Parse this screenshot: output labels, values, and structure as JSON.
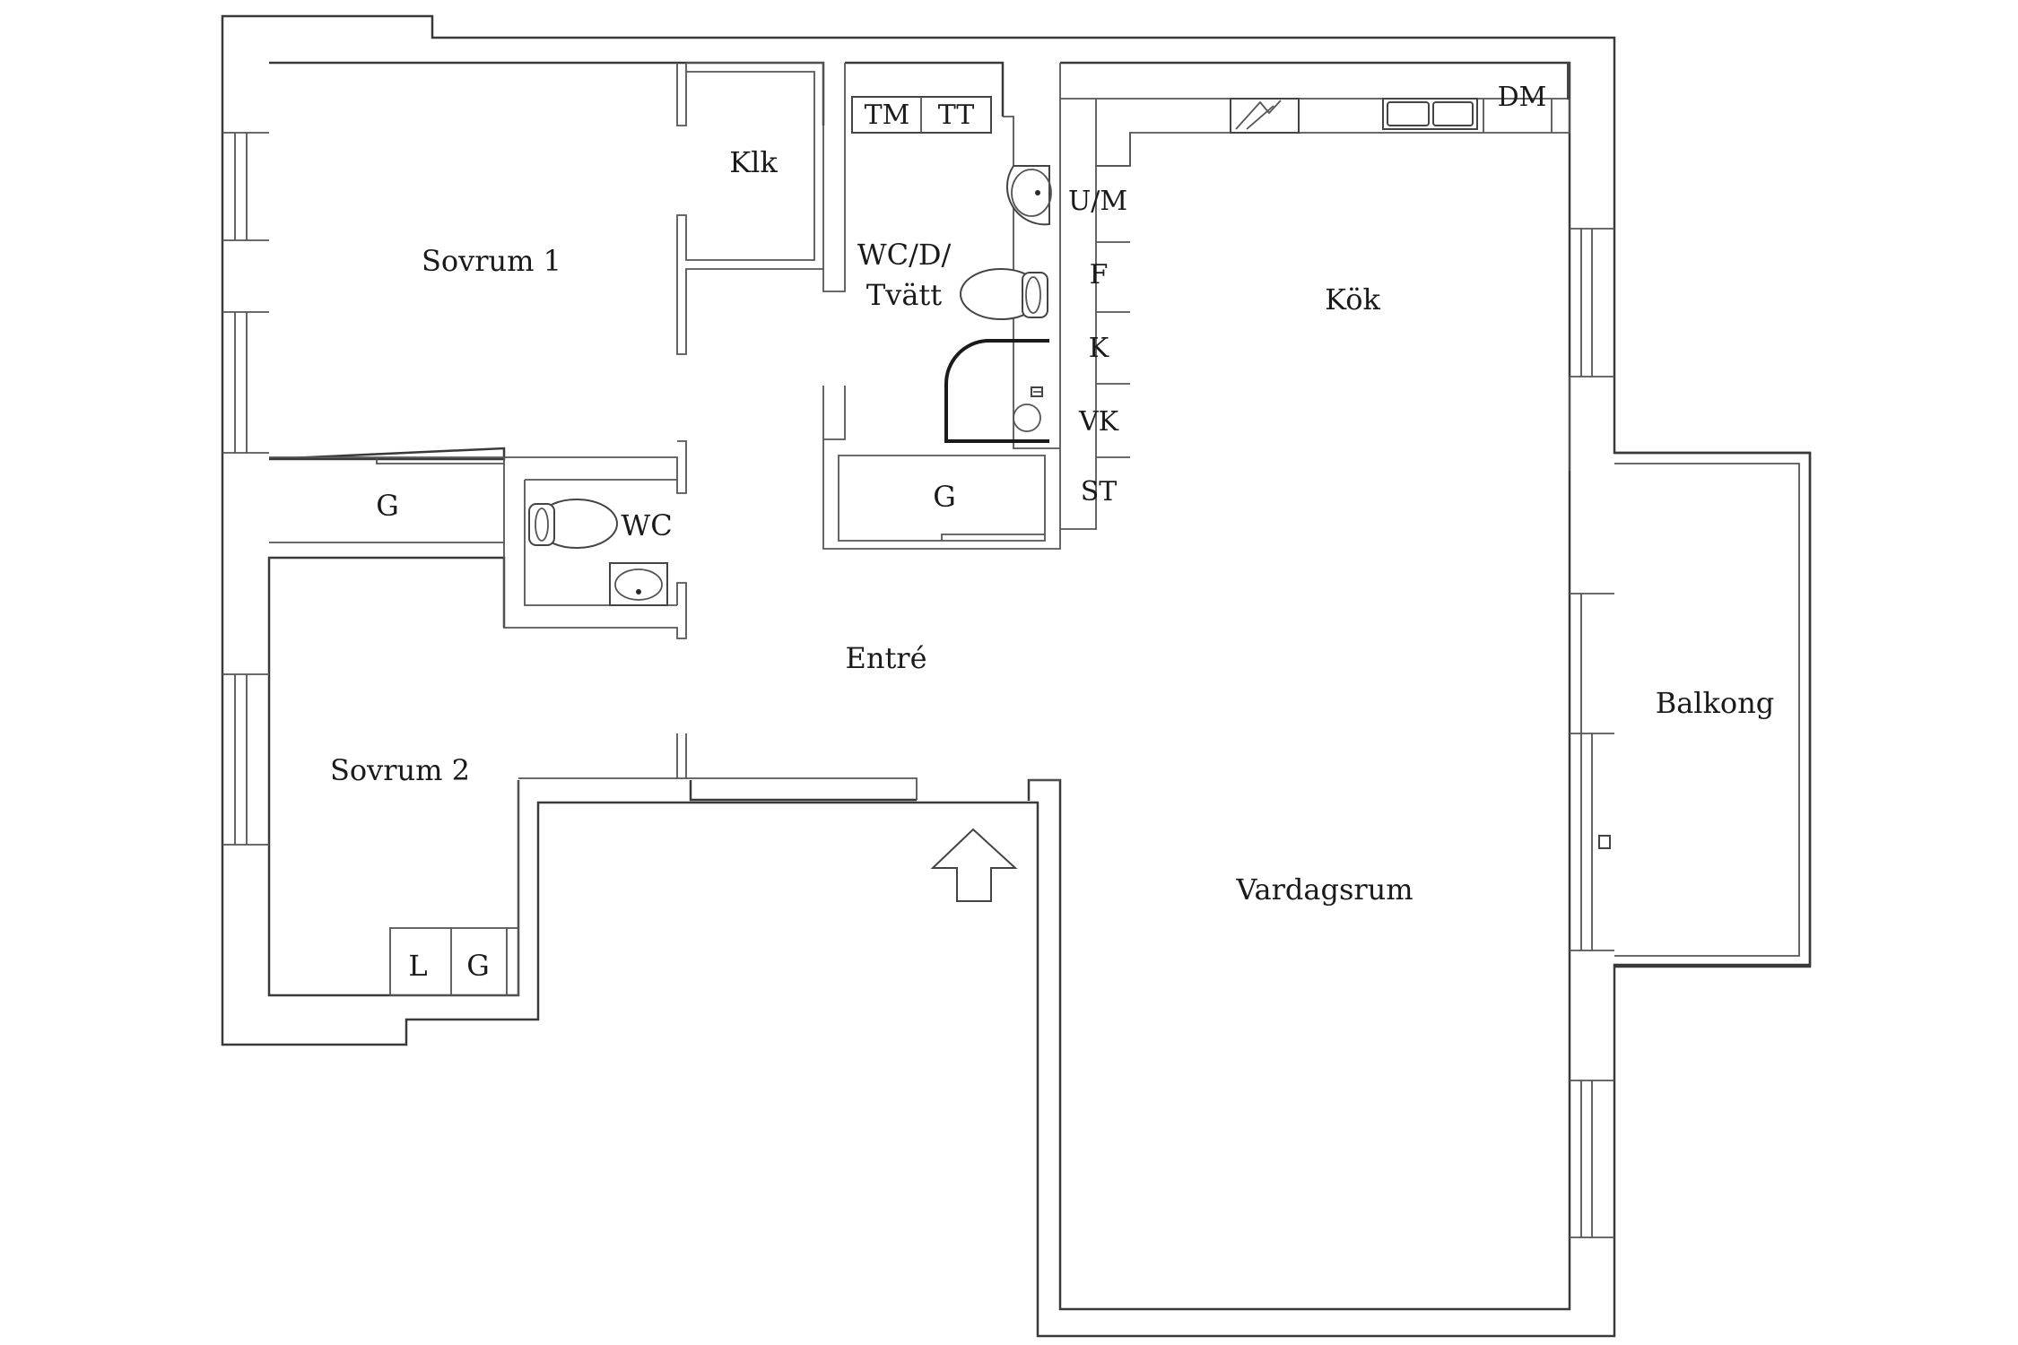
{
  "rooms": {
    "sovrum1": "Sovrum 1",
    "klk": "Klk",
    "tm": "TM",
    "tt": "TT",
    "wc_d_tvatt_line1": "WC/D/",
    "wc_d_tvatt_line2": "Tvätt",
    "dm": "DM",
    "um": "U/M",
    "f": "F",
    "k": "K",
    "vk": "VK",
    "st": "ST",
    "kok": "Kök",
    "g_left": "G",
    "wc": "WC",
    "g_center": "G",
    "entre": "Entré",
    "balkong": "Balkong",
    "sovrum2": "Sovrum 2",
    "l": "L",
    "g_bottom": "G",
    "vardagsrum": "Vardagsrum"
  },
  "icons": {
    "entry": "entry-arrow-icon",
    "toilet": "toilet-icon",
    "sink": "sink-icon",
    "stove": "stove-icon"
  },
  "colors": {
    "line": "#3a3a3a",
    "text": "#1a1a1a",
    "background": "#ffffff"
  }
}
